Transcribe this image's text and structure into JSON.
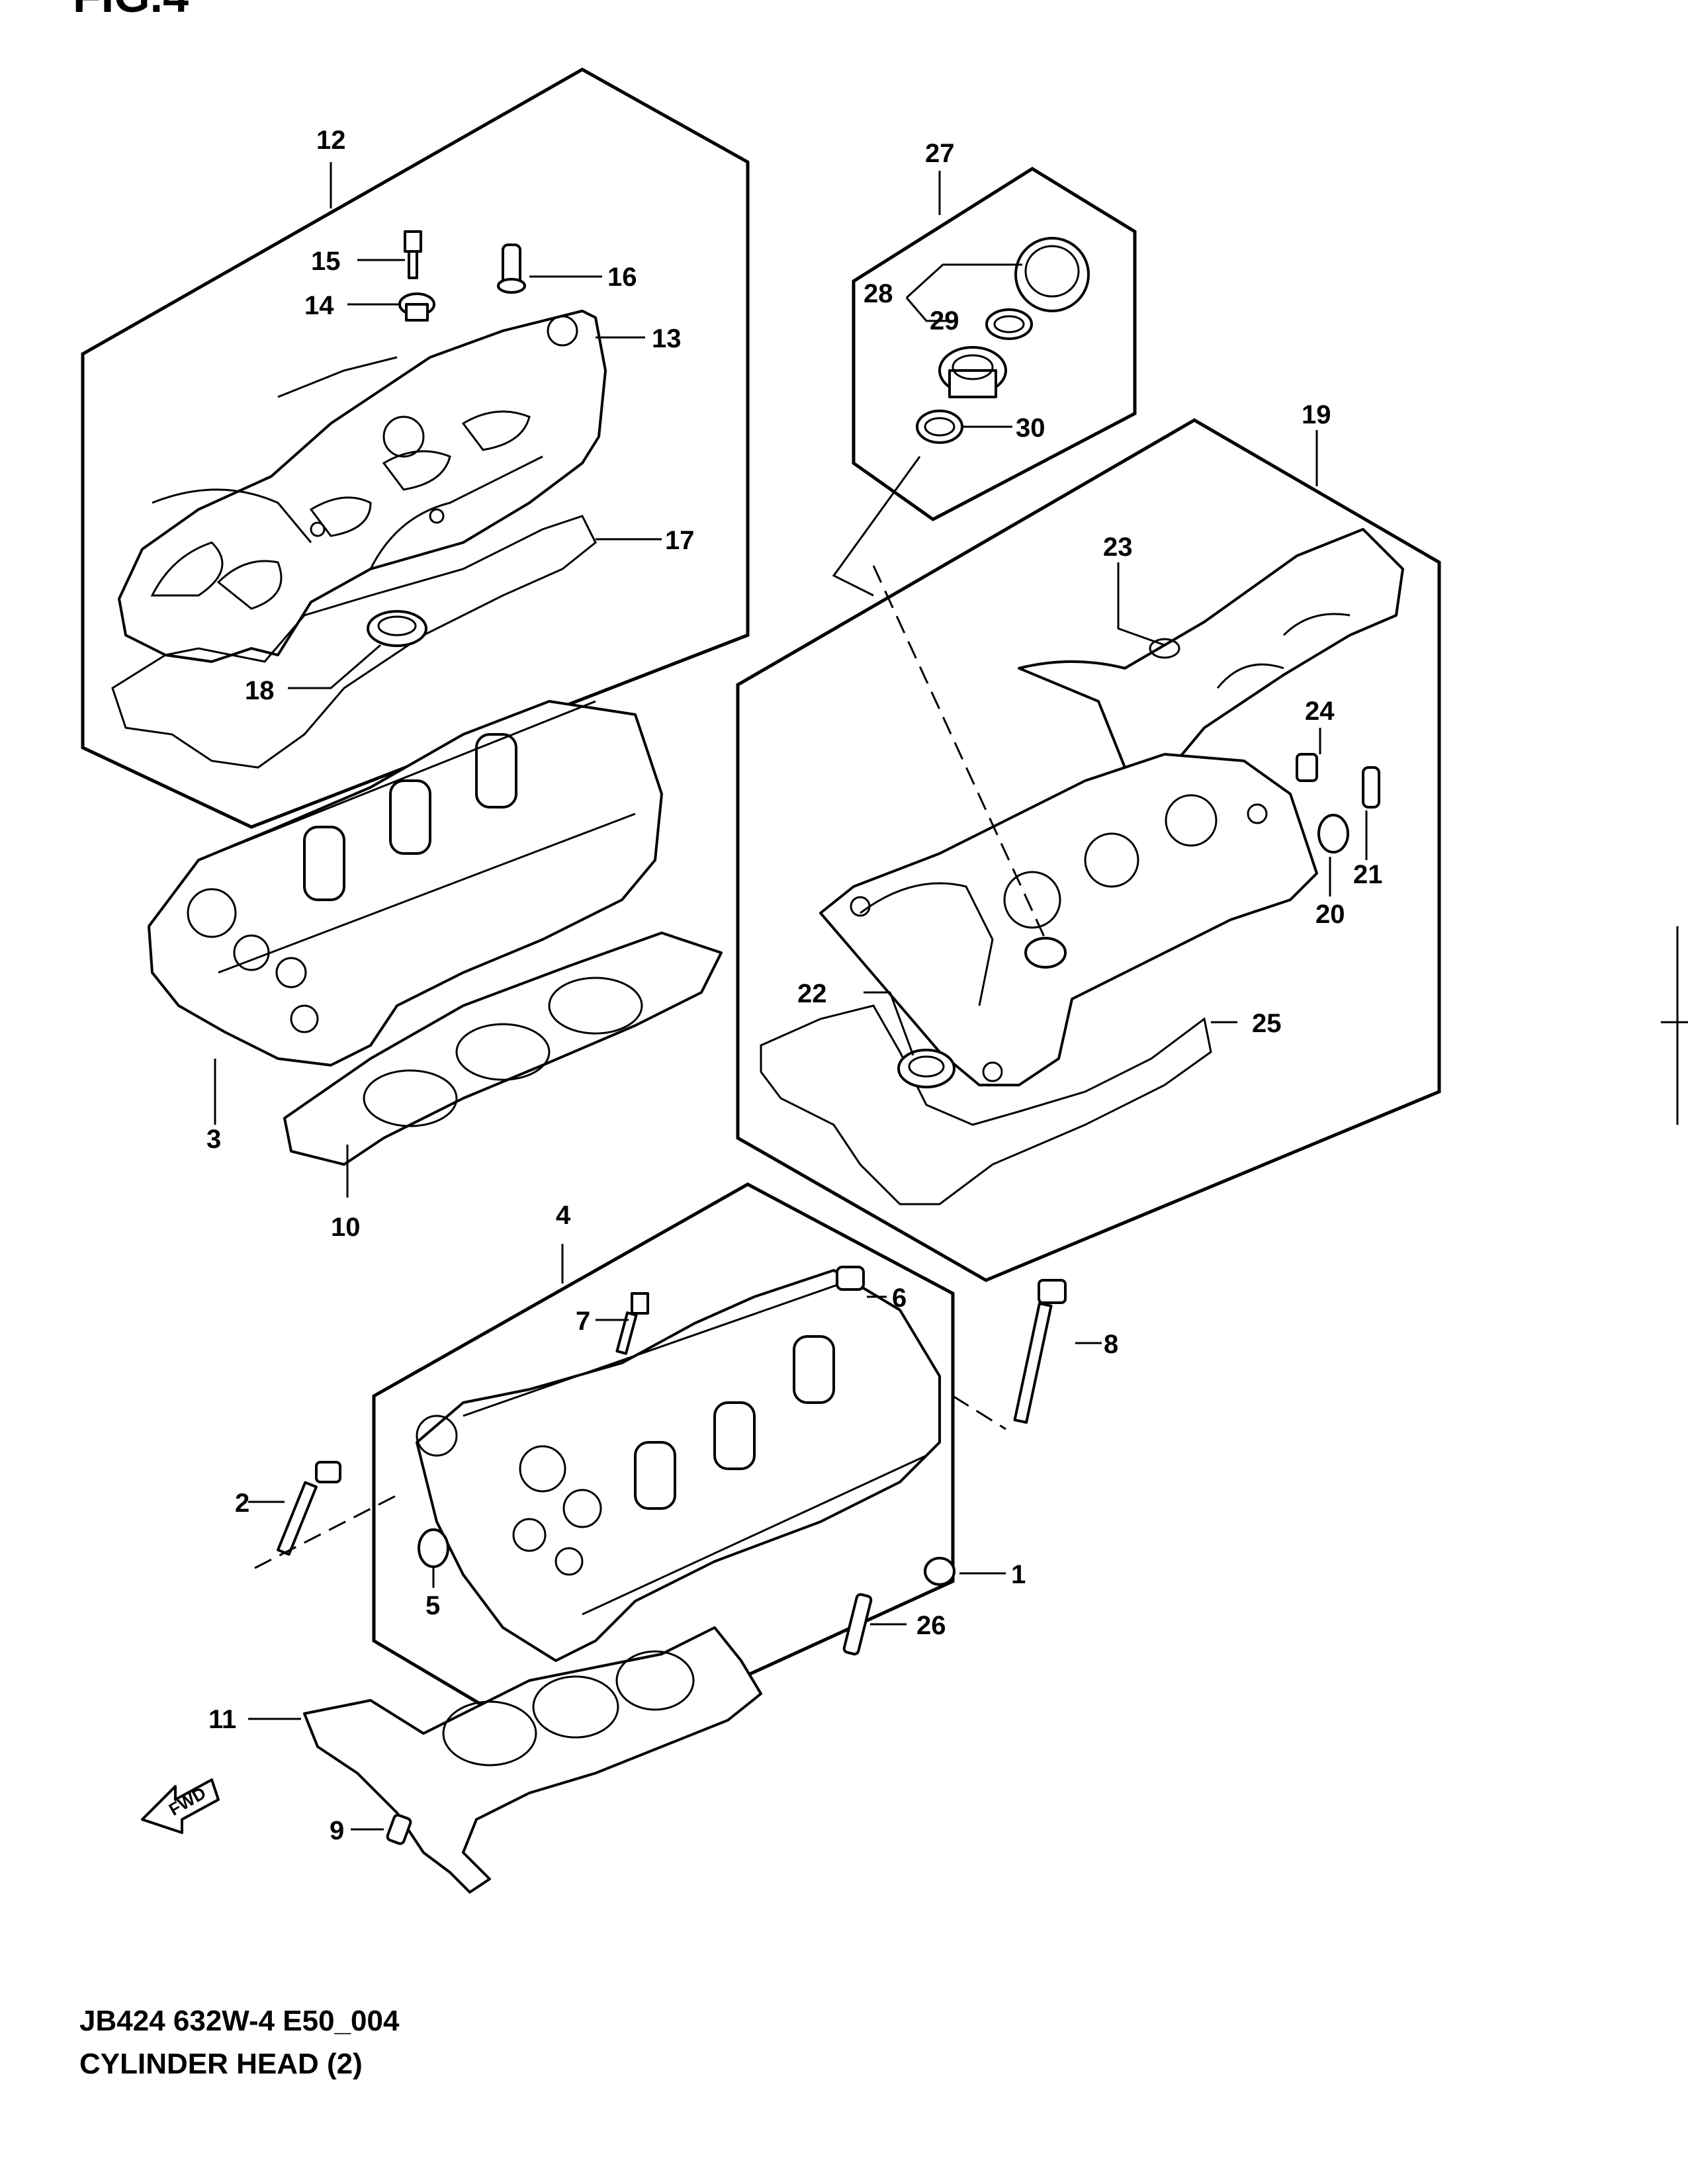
{
  "figure": {
    "title": "FIG.4"
  },
  "footer": {
    "code": "JB424 632W-4 E50_004",
    "caption": "CYLINDER HEAD (2)"
  },
  "fwd_label": "FWD",
  "callouts": {
    "c1": "1",
    "c2": "2",
    "c3": "3",
    "c4": "4",
    "c5": "5",
    "c6": "6",
    "c7": "7",
    "c8": "8",
    "c9": "9",
    "c10": "10",
    "c11": "11",
    "c12": "12",
    "c13": "13",
    "c14": "14",
    "c15": "15",
    "c16": "16",
    "c17": "17",
    "c18": "18",
    "c19": "19",
    "c20": "20",
    "c21": "21",
    "c22": "22",
    "c23": "23",
    "c24": "24",
    "c25": "25",
    "c26": "26",
    "c27": "27",
    "c28": "28",
    "c29": "29",
    "c30": "30"
  }
}
